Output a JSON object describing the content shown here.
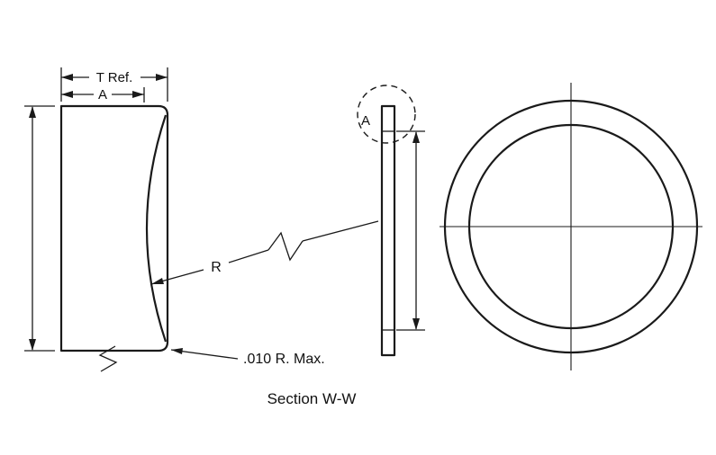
{
  "drawing": {
    "background": "#ffffff",
    "line_color": "#1a1a1a",
    "labels": {
      "t_ref": "T Ref.",
      "a_width": "A",
      "r_label": "R",
      "radius_note": ".010 R. Max.",
      "section_caption": "Section W-W",
      "detail_a": "A"
    }
  }
}
